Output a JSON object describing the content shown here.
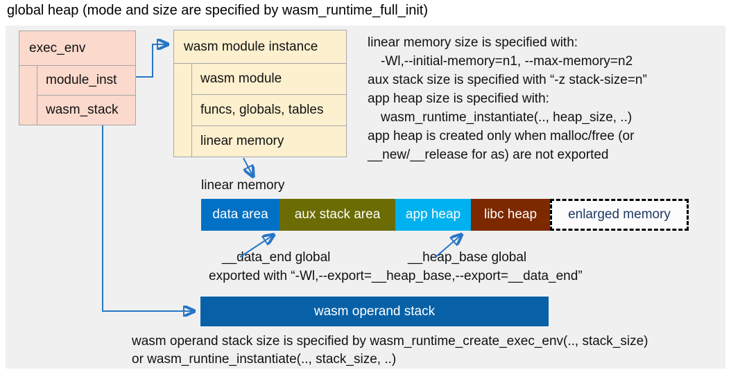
{
  "title": "global heap (mode and size are specified by wasm_runtime_full_init)",
  "exec_env": {
    "header": "exec_env",
    "children": [
      "module_inst",
      "wasm_stack"
    ]
  },
  "module_instance": {
    "header": "wasm module instance",
    "children": [
      "wasm module",
      "funcs, globals, tables",
      "linear memory"
    ]
  },
  "notes_right": {
    "lines": [
      "linear memory size is specified with:",
      "-Wl,--initial-memory=n1, --max-memory=n2",
      "aux stack size is specified with “-z stack-size=n”",
      "app heap size is specified with:",
      "wasm_runtime_instantiate(.., heap_size, ..)",
      "app heap is created only when malloc/free (or",
      "__new/__release for as) are not exported"
    ]
  },
  "linear_memory": {
    "label": "linear memory",
    "segments": [
      {
        "label": "data area",
        "color": "#0071c5"
      },
      {
        "label": "aux stack area",
        "color": "#6b6c04"
      },
      {
        "label": "app heap",
        "color": "#00b1ef"
      },
      {
        "label": "libc heap",
        "color": "#7c2900"
      },
      {
        "label": "enlarged memory",
        "color": "#fcfcfc",
        "border": "dashed",
        "text_color": "#1f3864"
      }
    ]
  },
  "annotations": {
    "data_end": "__data_end global",
    "heap_base": "__heap_base global",
    "exported": "exported with “-Wl,--export=__heap_base,--export=__data_end”"
  },
  "operand_stack": {
    "label": "wasm operand stack",
    "color": "#0861a6"
  },
  "footer": {
    "lines": [
      "wasm operand stack size is specified by wasm_runtime_create_exec_env(.., stack_size)",
      "or wasm_runtine_instantiate(.., stack_size, ..)"
    ]
  },
  "colors": {
    "panel_bg": "#f0f0f0",
    "exec_env_box": "#fbd9cc",
    "module_instance_box": "#fdf0cf",
    "box_border": "#a6a6a6",
    "arrow": "#2776c6"
  }
}
